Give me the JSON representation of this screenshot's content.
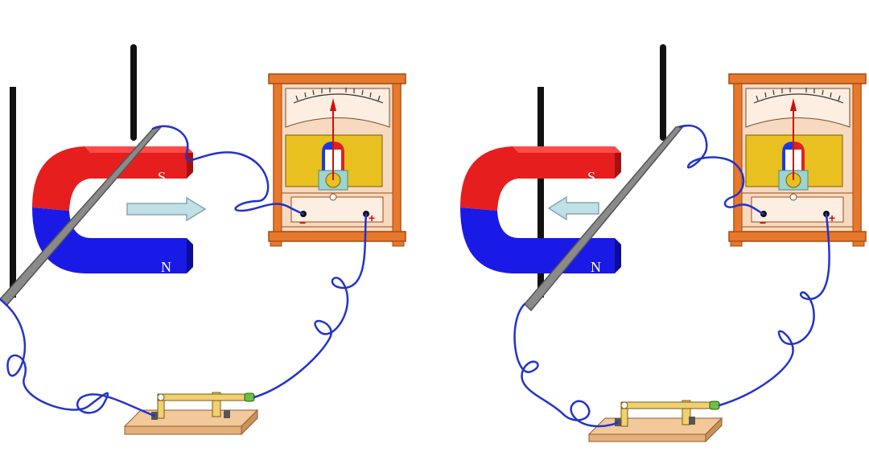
{
  "colors": {
    "magnet_north": "#1a1ae6",
    "magnet_south": "#e61e1e",
    "wire": "#2233cc",
    "meter_frame": "#e8782c",
    "meter_panel": "#e8c020",
    "arrow": "#bfe0e6",
    "switch_base": "#f3c89a"
  },
  "left_setup": {
    "magnet": {
      "north_label": "N",
      "south_label": "S"
    },
    "meter": {
      "minus_label": "−",
      "plus_label": "+"
    },
    "motion_arrow_icon": "arrow-right-icon"
  },
  "right_setup": {
    "magnet": {
      "north_label": "N",
      "south_label": "S"
    },
    "meter": {
      "minus_label": "−",
      "plus_label": "+"
    },
    "motion_arrow_icon": "arrow-left-icon"
  }
}
